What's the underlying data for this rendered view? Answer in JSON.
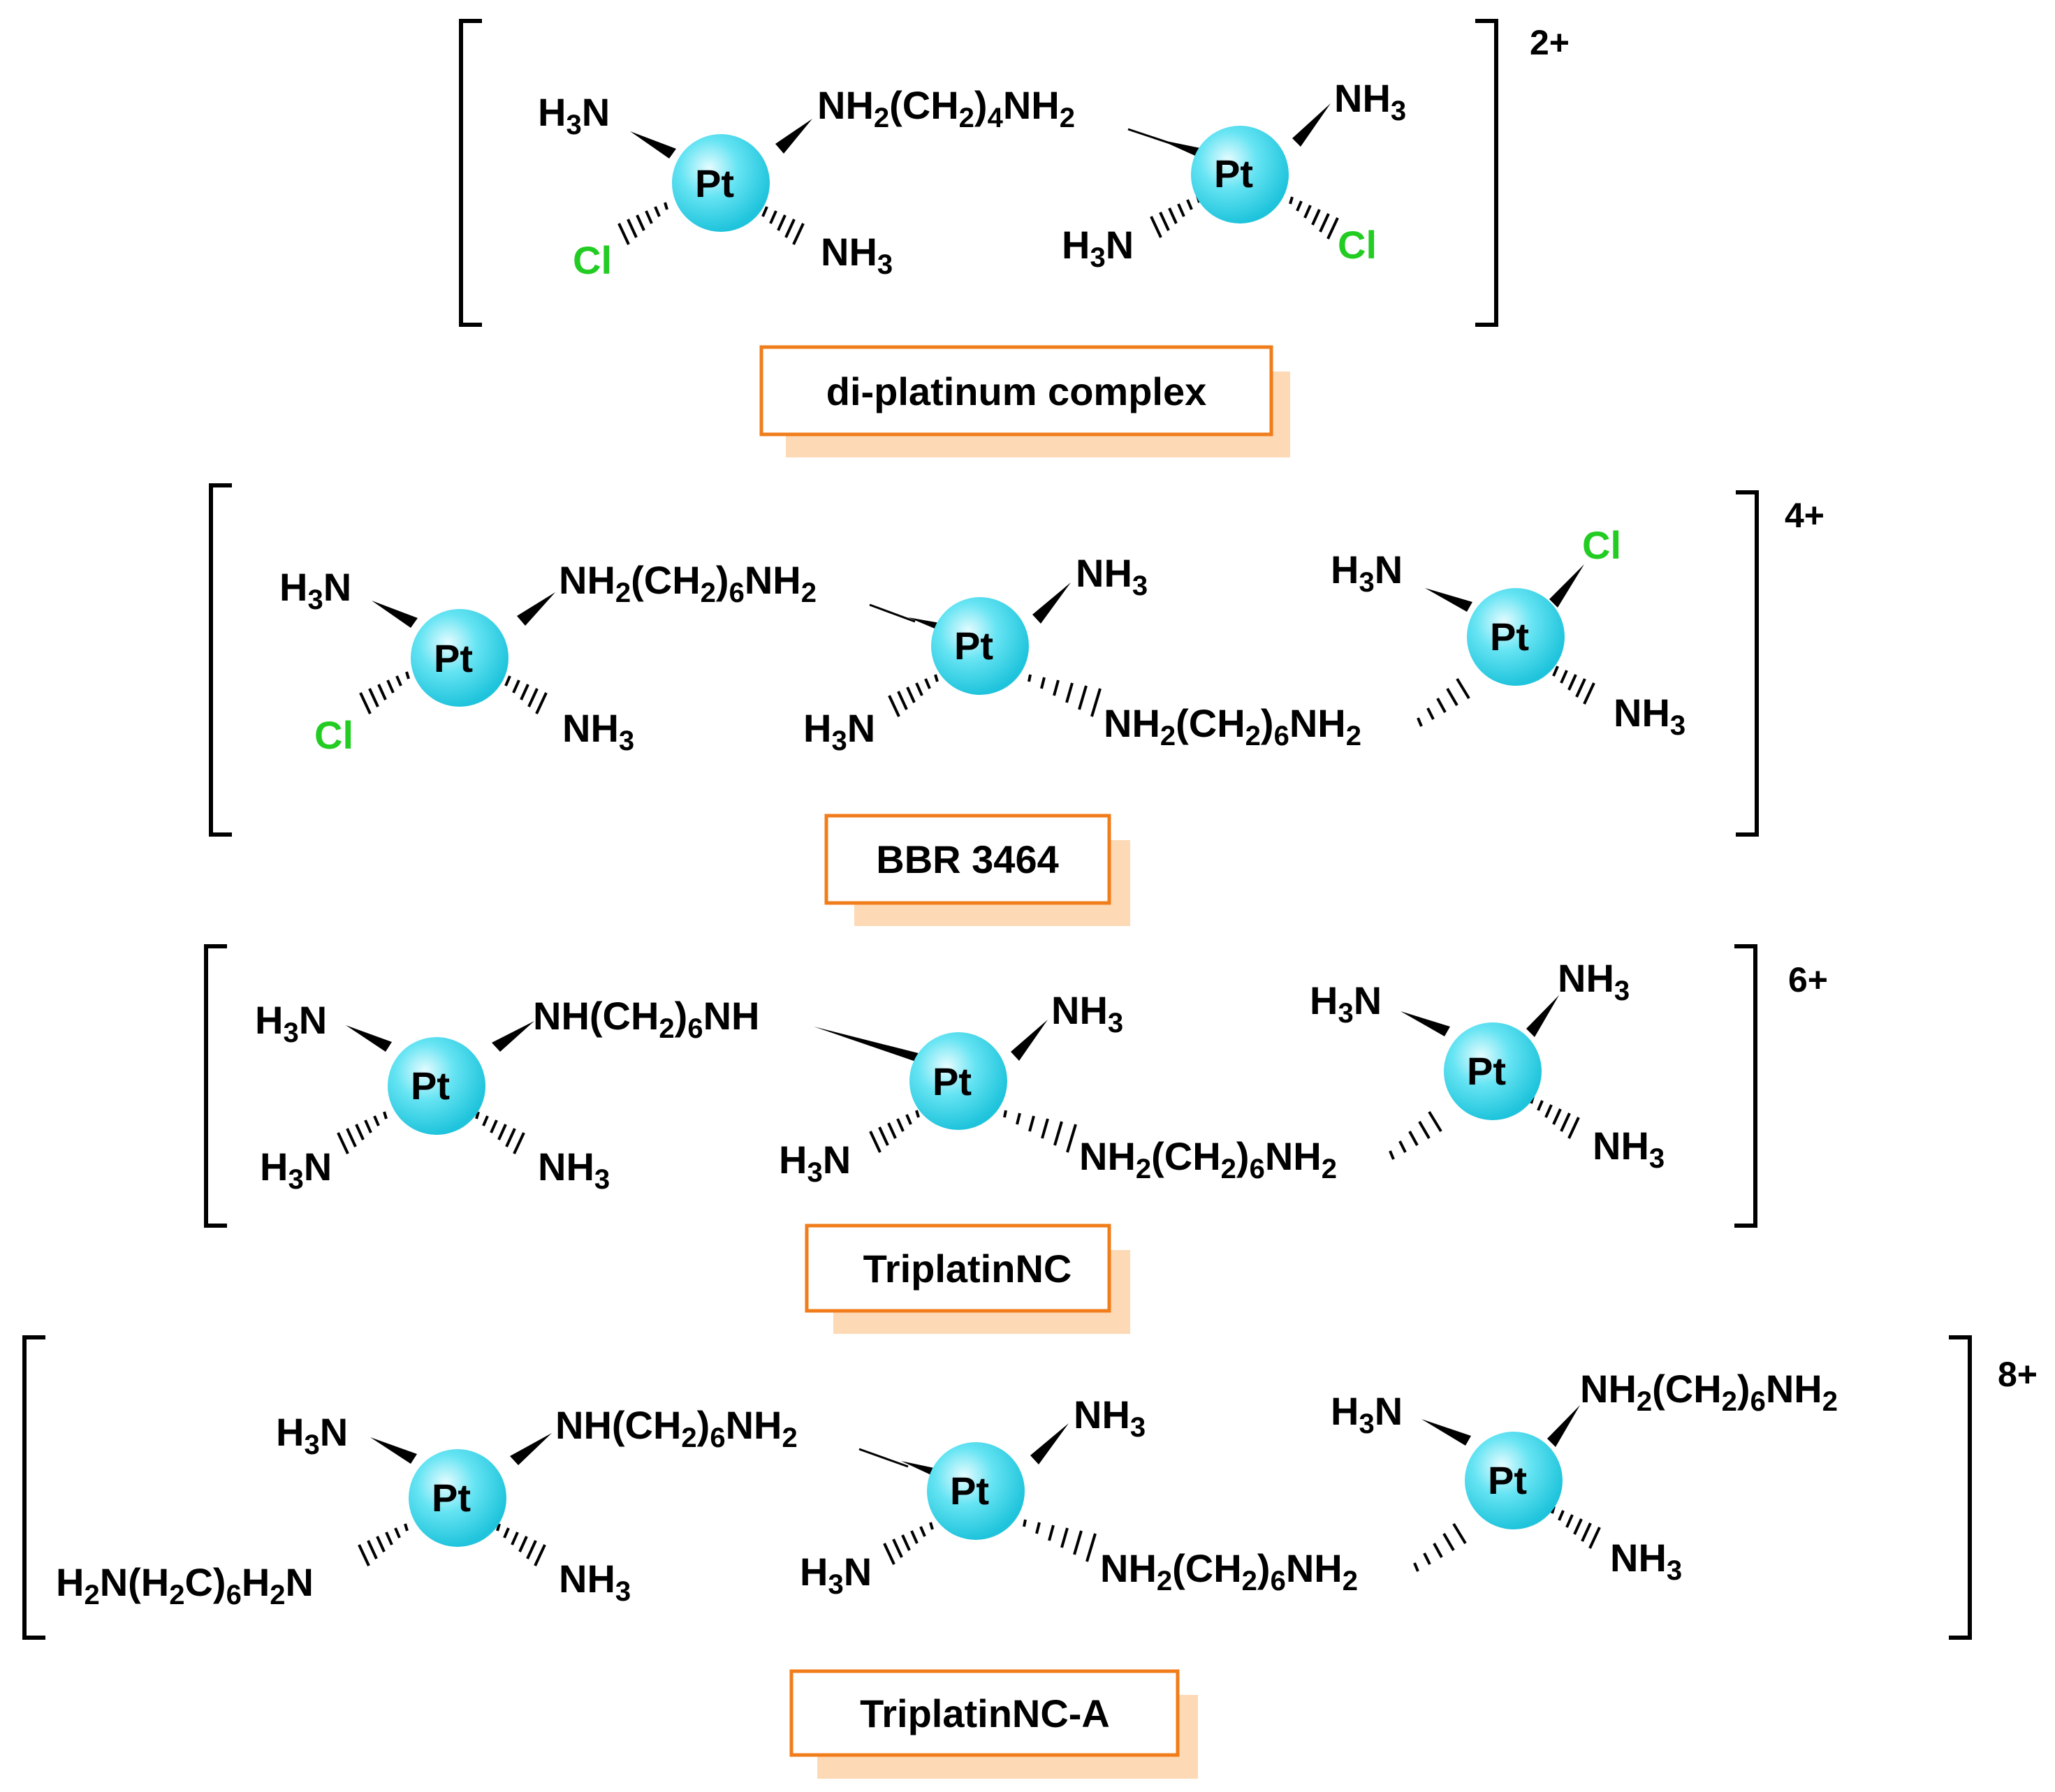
{
  "colors": {
    "platinum": "#36d6ea",
    "chlorine": "#22cc22",
    "box_border": "#f07c1a",
    "box_shadow": "#fdd9b5"
  },
  "labels": {
    "h3n": "H3N",
    "nh3": "NH3",
    "cl": "Cl",
    "pt": "Pt"
  },
  "complexes": [
    {
      "name": "di-platinum complex",
      "charge": "2+",
      "linkers": [
        "NH2(CH2)4NH2"
      ]
    },
    {
      "name": "BBR 3464",
      "charge": "4+",
      "linkers": [
        "NH2(CH2)6NH2",
        "NH2(CH2)6NH2"
      ]
    },
    {
      "name": "TriplatinNC",
      "charge": "6+",
      "linkers": [
        "NH(CH2)6NH",
        "NH2(CH2)6NH2"
      ],
      "terminal": "NH3"
    },
    {
      "name": "TriplatinNC-A",
      "charge": "8+",
      "linkers": [
        "NH(CH2)6NH2",
        "NH2(CH2)6NH2"
      ],
      "left_terminal": "H2N(H2C)6H2N",
      "right_terminal": "NH2(CH2)6NH2"
    }
  ]
}
